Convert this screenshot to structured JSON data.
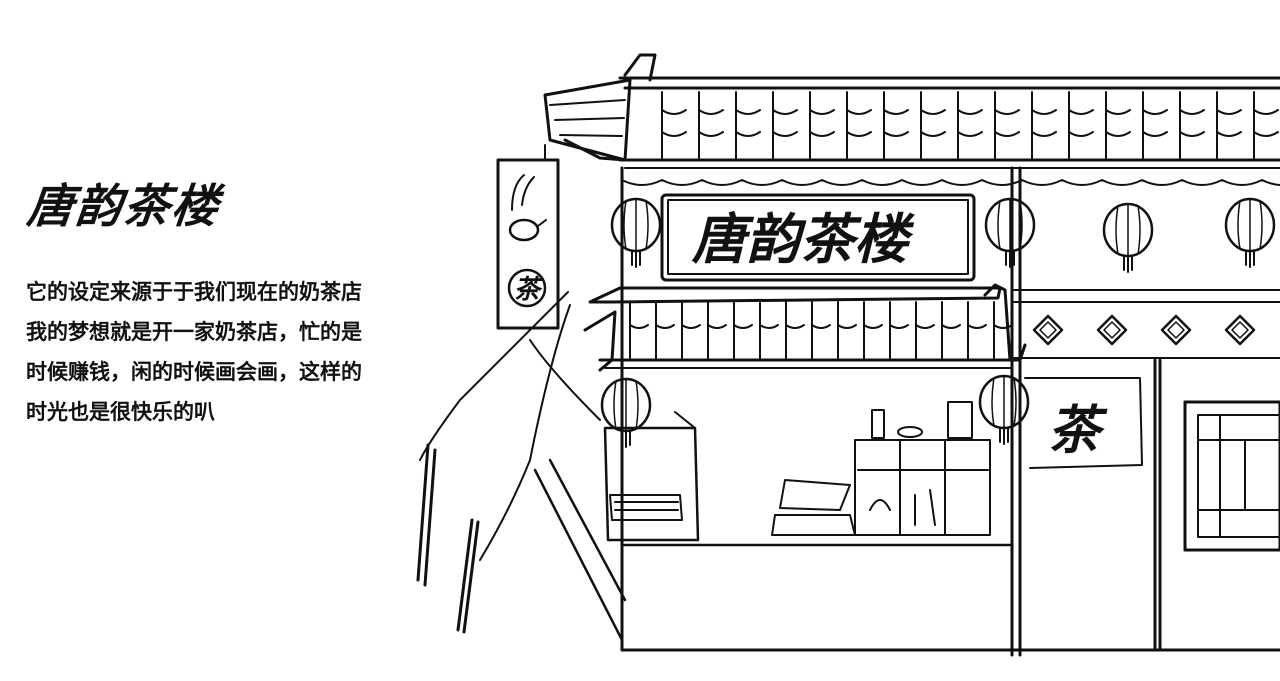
{
  "title": "唐韵茶楼",
  "description": {
    "lines": [
      "它的设定来源于于我们现在的奶茶店",
      "我的梦想就是开一家奶茶店，忙的是",
      "时候赚钱，闲的时候画会画，这样的",
      "时光也是很快乐的叭"
    ]
  },
  "illustration": {
    "shop_sign": "唐韵茶楼",
    "banner_char": "茶",
    "side_char": "茶"
  }
}
